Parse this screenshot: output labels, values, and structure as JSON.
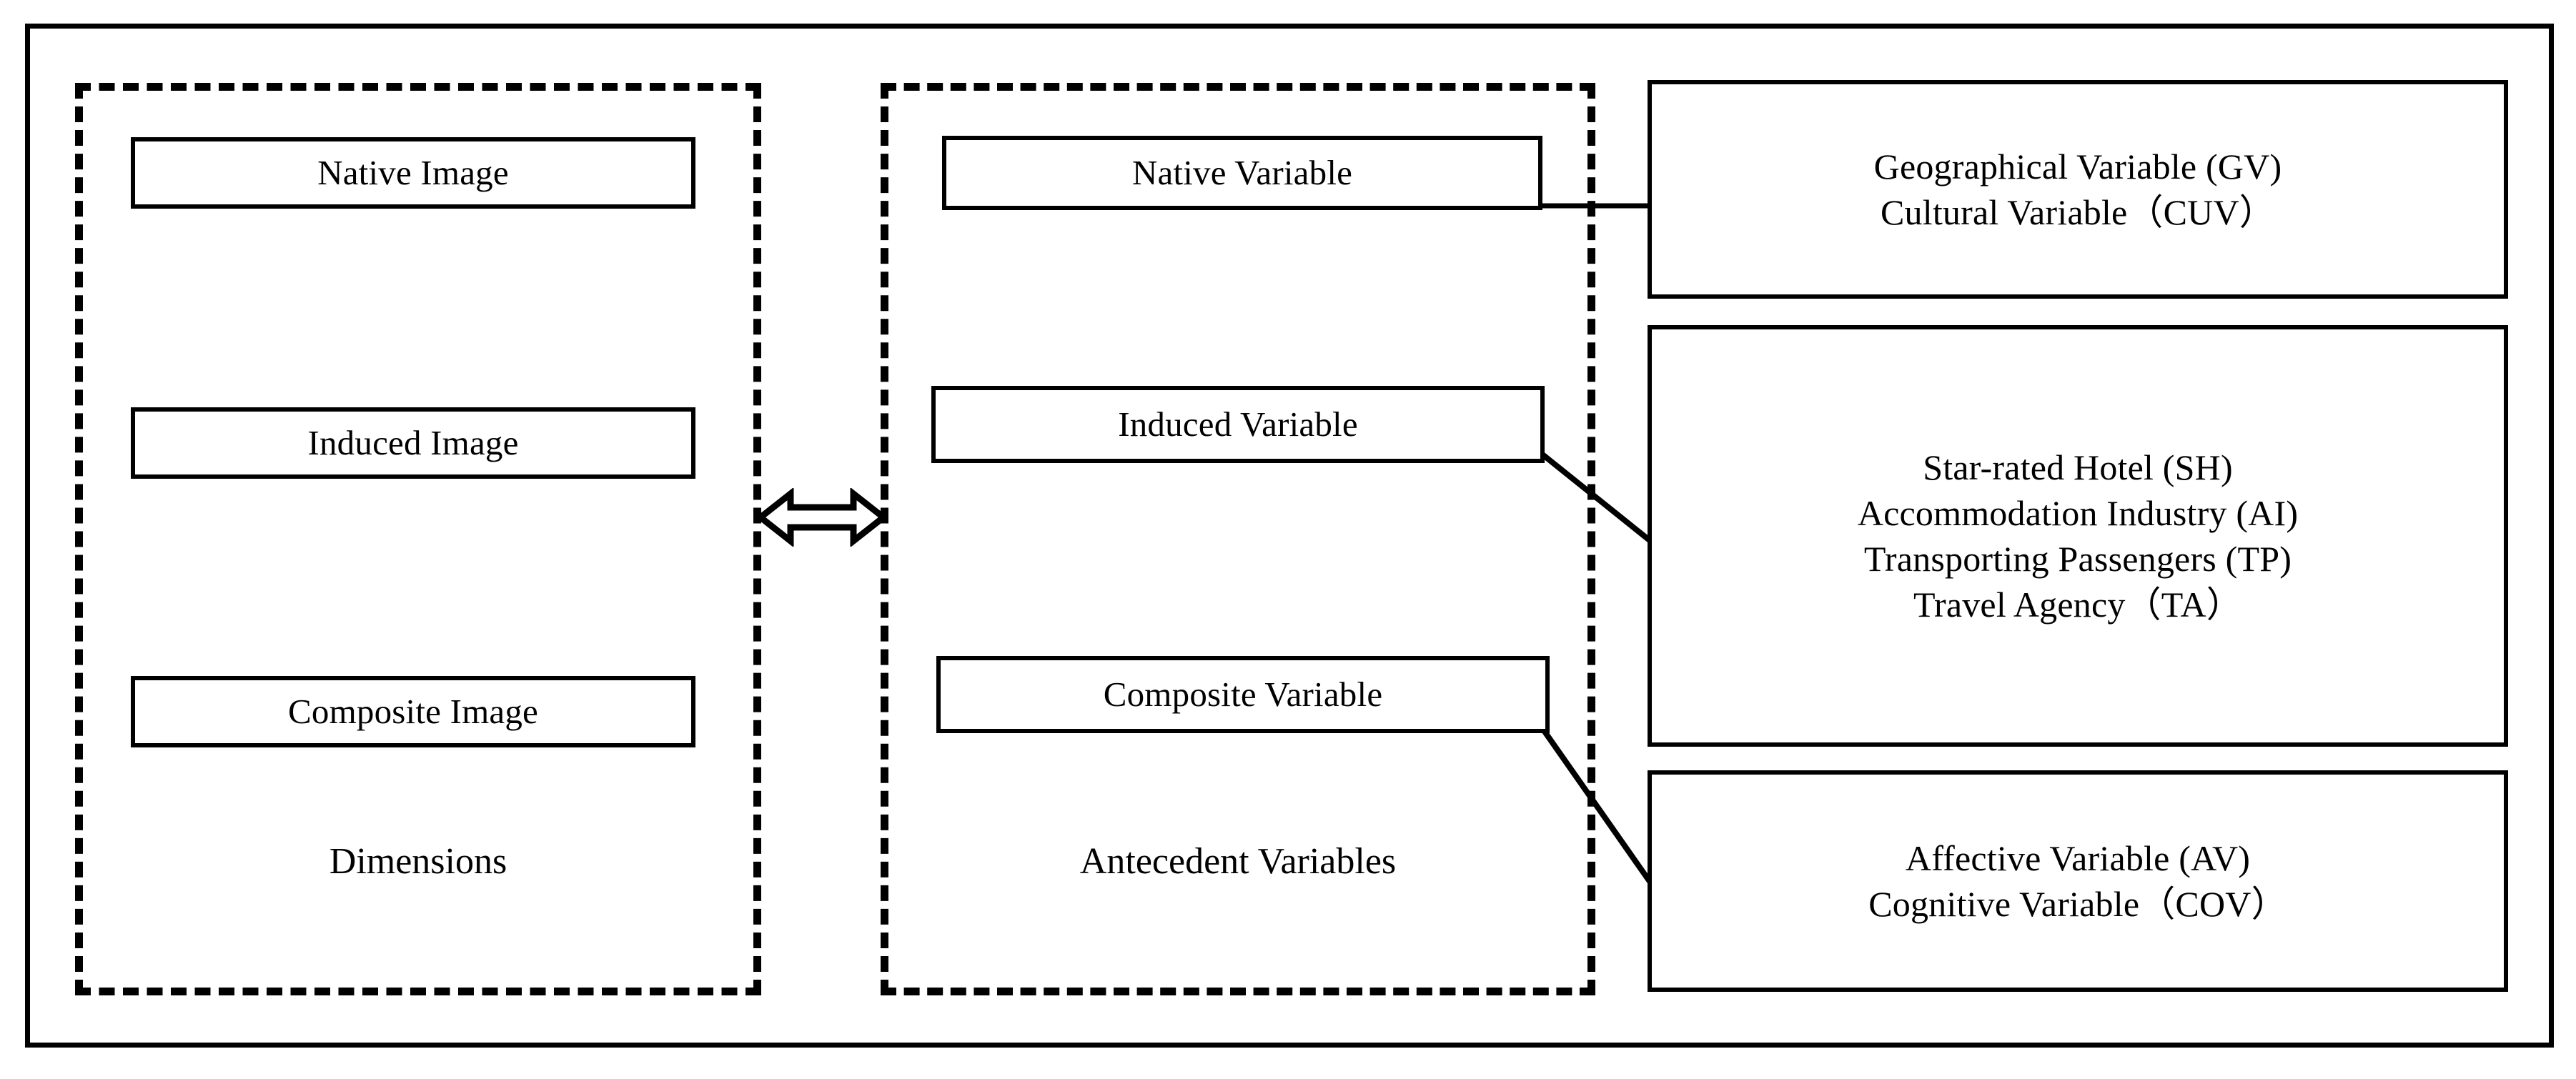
{
  "diagram": {
    "title_present": false,
    "groups": [
      {
        "id": "dimensions",
        "caption": "Dimensions",
        "border_style": "dashed",
        "nodes": [
          {
            "id": "native-image",
            "label": "Native Image"
          },
          {
            "id": "induced-image",
            "label": "Induced Image"
          },
          {
            "id": "composite-image",
            "label": "Composite Image"
          }
        ]
      },
      {
        "id": "antecedent",
        "caption": "Antecedent Variables",
        "border_style": "dashed",
        "nodes": [
          {
            "id": "native-variable",
            "label": "Native Variable"
          },
          {
            "id": "induced-variable",
            "label": "Induced Variable"
          },
          {
            "id": "composite-variable",
            "label": "Composite Variable"
          }
        ]
      }
    ],
    "detail_boxes": [
      {
        "id": "geo-cultural",
        "lines": [
          "Geographical Variable (GV)",
          "Cultural Variable（CUV）"
        ],
        "text": "Geographical Variable (GV)\nCultural Variable（CUV）",
        "linked_from": "native-variable"
      },
      {
        "id": "industry",
        "lines": [
          "Star-rated Hotel (SH)",
          "Accommodation Industry (AI)",
          "Transporting Passengers (TP)",
          "Travel Agency（TA）"
        ],
        "text": "Star-rated Hotel (SH)\nAccommodation Industry (AI)\nTransporting Passengers (TP)\nTravel Agency（TA）",
        "linked_from": "induced-variable"
      },
      {
        "id": "affect-cog",
        "lines": [
          "Affective Variable (AV)",
          "Cognitive Variable（COV）"
        ],
        "text": "Affective Variable (AV)\nCognitive Variable（COV）",
        "linked_from": "composite-variable"
      }
    ],
    "connectors": {
      "between_groups": {
        "id": "dimensions-antecedent-arrow",
        "kind": "double-headed-arrow",
        "style": "hollow-outline"
      },
      "node_links": [
        {
          "from": "native-variable",
          "to": "geo-cultural",
          "kind": "straight-horizontal"
        },
        {
          "from": "induced-variable",
          "to": "industry",
          "kind": "diagonal"
        },
        {
          "from": "composite-variable",
          "to": "affect-cog",
          "kind": "diagonal"
        }
      ]
    },
    "colors": {
      "stroke": "#000000",
      "background": "#ffffff"
    }
  }
}
